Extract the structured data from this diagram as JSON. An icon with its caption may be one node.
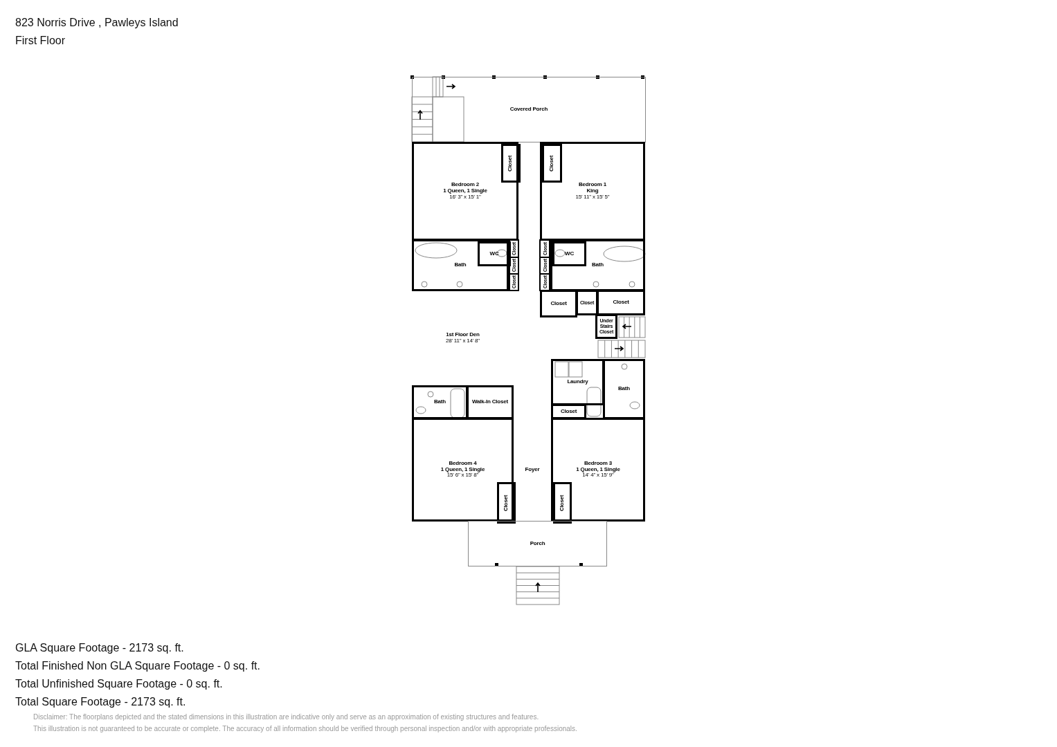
{
  "diagram": {
    "title": "823 Norris Drive , Pawleys Island",
    "nodes": [
      {
        "text": [
          "Covered Porch"
        ]
      },
      {
        "text": [
          "Bedroom 2",
          "1 Queen, 1 Single",
          "16' 3\" x 15' 1\""
        ]
      },
      {
        "text": [
          "Closet"
        ],
        "in": 1
      },
      {
        "text": [
          "Bedroom 1",
          "King",
          "15' 11\" x 15' 5\""
        ]
      },
      {
        "text": [
          "Closet"
        ],
        "in": 3
      },
      {
        "text": [
          "Bath"
        ]
      },
      {
        "text": [
          "WC"
        ],
        "in": 5
      },
      {
        "text": [
          "Closet"
        ]
      },
      {
        "text": [
          "Closet"
        ]
      },
      {
        "text": [
          "Closet"
        ]
      },
      {
        "text": [
          "Closet"
        ]
      },
      {
        "text": [
          "Closet"
        ]
      },
      {
        "text": [
          "Closet"
        ]
      },
      {
        "text": [
          "Bath"
        ]
      },
      {
        "text": [
          "WC"
        ],
        "in": 13
      },
      {
        "text": [
          "1st Floor Den",
          "28' 11\" x 14' 8\""
        ]
      },
      {
        "text": [
          "Closet"
        ]
      },
      {
        "text": [
          "Closet"
        ]
      },
      {
        "text": [
          "Closet"
        ]
      },
      {
        "text": [
          "Under Stairs Closet"
        ]
      },
      {
        "text": [
          "Laundry"
        ]
      },
      {
        "text": [
          "Bath"
        ]
      },
      {
        "text": [
          "Bath"
        ]
      },
      {
        "text": [
          "Walk-In Closet"
        ]
      },
      {
        "text": [
          "Closet"
        ]
      },
      {
        "text": [
          "Bedroom 4",
          "1 Queen, 1 Single",
          "15' 6\" x 15' 8\""
        ]
      },
      {
        "text": [
          "Closet"
        ],
        "in": 25
      },
      {
        "text": [
          "Foyer"
        ]
      },
      {
        "text": [
          "Bedroom 3",
          "1 Queen, 1 Single",
          "14' 4\" x 15' 9\""
        ]
      },
      {
        "text": [
          "Closet"
        ],
        "in": 28
      },
      {
        "text": [
          "Porch"
        ]
      }
    ],
    "labels": [
      "First Floor",
      "GLA Square Footage - 2173 sq. ft.",
      "Total Finished Non GLA Square Footage - 0 sq. ft.",
      "Total Unfinished Square Footage - 0 sq. ft.",
      "Total Square Footage - 2173 sq. ft.",
      "Disclaimer: The floorplans depicted and the stated dimensions in this illustration are indicative only and serve as an approximation of existing structures and features.",
      "This illustration is not guaranteed to be accurate or complete. The accuracy of all information should be verified through personal inspection and/or with appropriate professionals."
    ]
  }
}
